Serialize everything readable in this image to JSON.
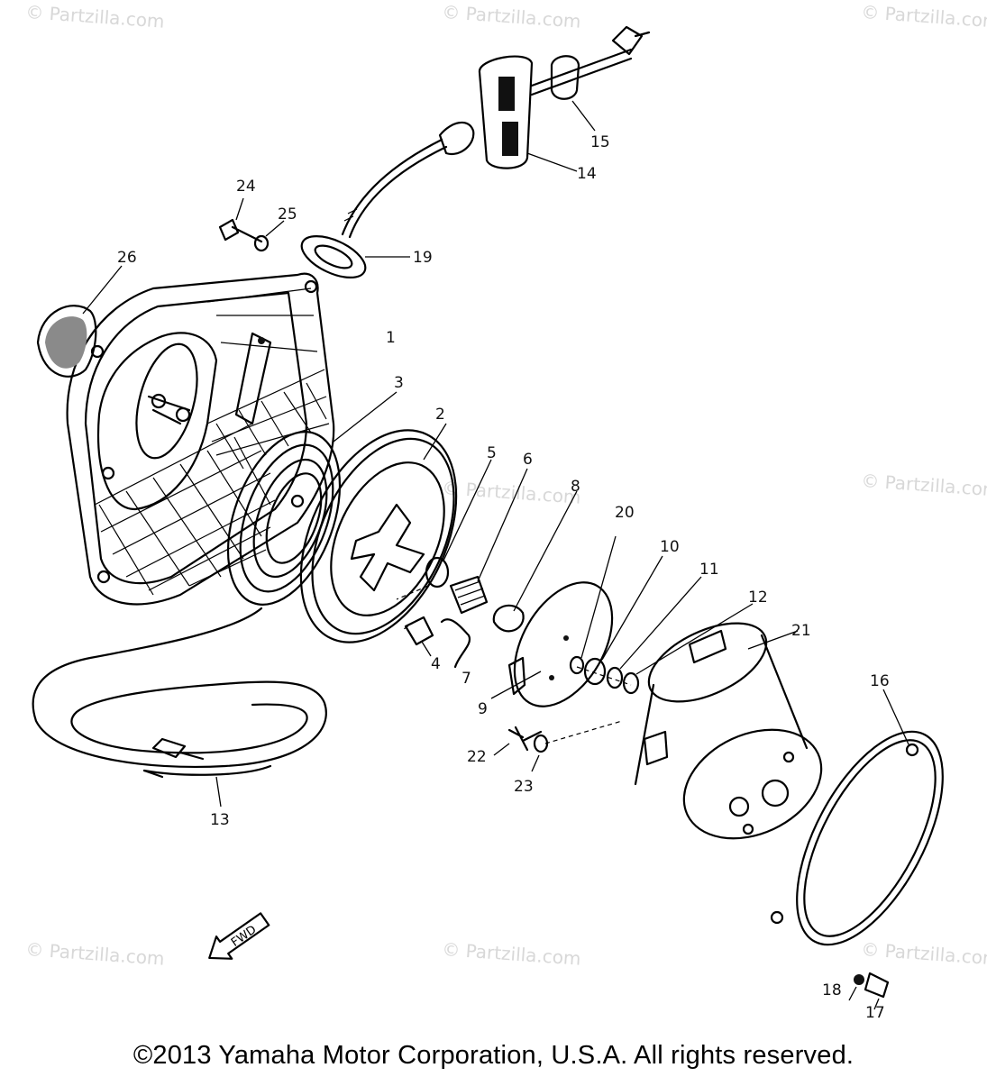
{
  "watermark_text": "© Partzilla.com",
  "copyright": "©2013  Yamaha Motor Corporation, U.S.A. All rights reserved.",
  "fwd_label": "FWD",
  "callouts": [
    "1",
    "2",
    "3",
    "4",
    "5",
    "6",
    "7",
    "8",
    "9",
    "10",
    "11",
    "12",
    "13",
    "14",
    "15",
    "16",
    "17",
    "18",
    "19",
    "20",
    "21",
    "22",
    "23",
    "24",
    "25",
    "26"
  ]
}
